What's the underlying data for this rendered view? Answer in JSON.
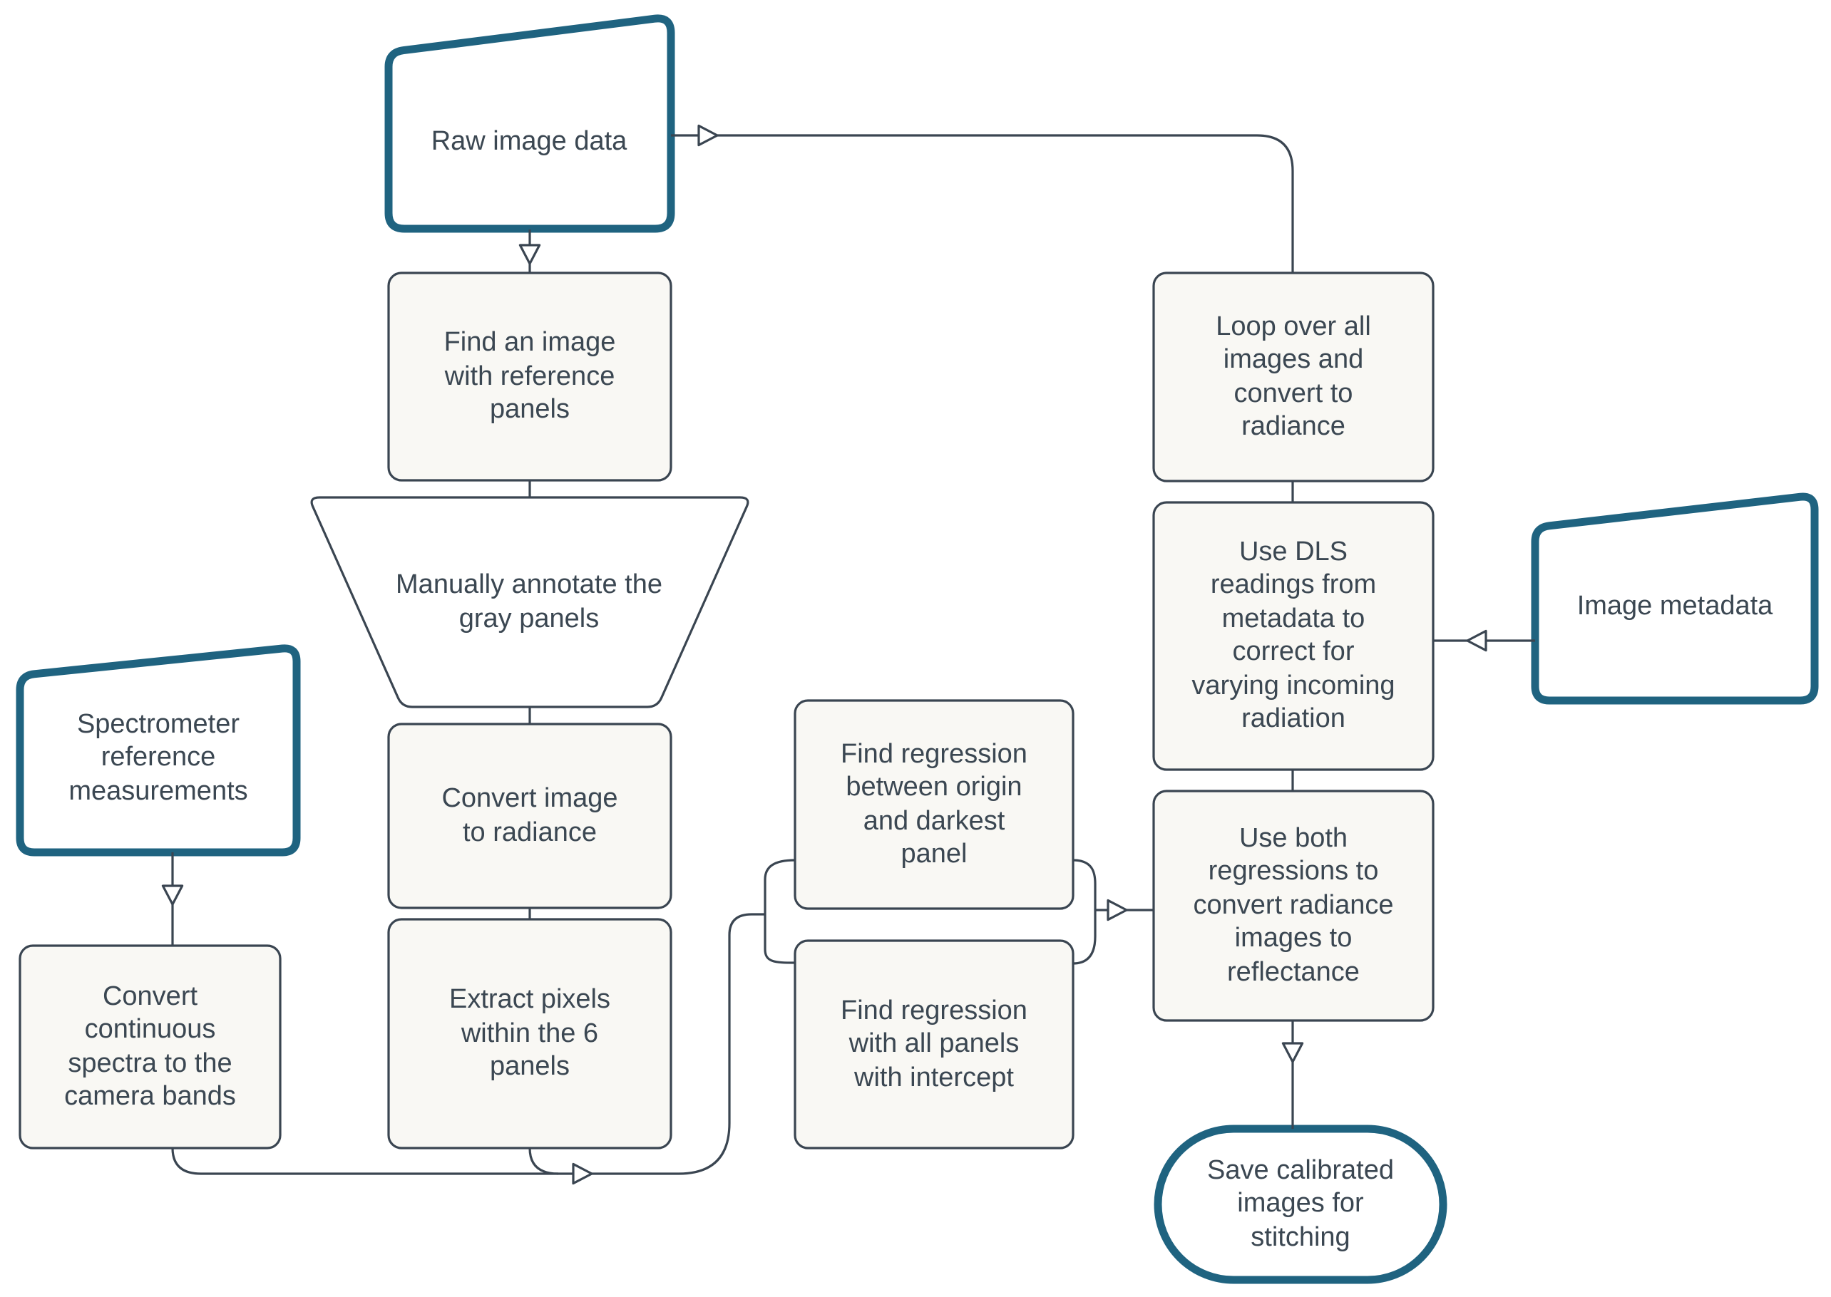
{
  "diagram": {
    "type": "flowchart",
    "background": "#ffffff",
    "colors": {
      "accent_teal_border": "#1F6380",
      "connector_line": "#3A4551",
      "process_fill": "#F9F8F4",
      "data_shape_fill": "#FFFFFF",
      "text": "#3B4752"
    },
    "nodes": {
      "raw_image_data": {
        "label": "Raw image data",
        "shape": "data-card"
      },
      "find_image": {
        "label": "Find an image\nwith reference\npanels",
        "shape": "process"
      },
      "annotate": {
        "label": "Manually annotate the\ngray panels",
        "shape": "manual-operation-trapezoid"
      },
      "convert_image": {
        "label": "Convert image\nto radiance",
        "shape": "process"
      },
      "extract_pixels": {
        "label": "Extract pixels\nwithin the 6\npanels",
        "shape": "process"
      },
      "spectrometer": {
        "label": "Spectrometer\nreference\nmeasurements",
        "shape": "data-card"
      },
      "convert_spectra": {
        "label": "Convert\ncontinuous\nspectra to the\ncamera bands",
        "shape": "process"
      },
      "regression_origin": {
        "label": "Find regression\nbetween origin\nand darkest\npanel",
        "shape": "process"
      },
      "regression_all": {
        "label": "Find regression\nwith all panels\nwith intercept",
        "shape": "process"
      },
      "loop_images": {
        "label": "Loop over all\nimages and\nconvert to\nradiance",
        "shape": "process"
      },
      "use_dls": {
        "label": "Use DLS\nreadings from\nmetadata to\ncorrect for\nvarying incoming\nradiation",
        "shape": "process"
      },
      "image_metadata": {
        "label": "Image metadata",
        "shape": "data-card"
      },
      "use_both": {
        "label": "Use both\nregressions to\nconvert radiance\nimages to\nreflectance",
        "shape": "process"
      },
      "save_calibrated": {
        "label": "Save calibrated\nimages for\nstitching",
        "shape": "terminator-stadium"
      }
    },
    "edges": [
      {
        "from": "raw_image_data",
        "to": "loop_images"
      },
      {
        "from": "raw_image_data",
        "to": "find_image"
      },
      {
        "from": "find_image",
        "to": "annotate"
      },
      {
        "from": "annotate",
        "to": "convert_image"
      },
      {
        "from": "convert_image",
        "to": "extract_pixels"
      },
      {
        "from": "spectrometer",
        "to": "convert_spectra"
      },
      {
        "from": "extract_pixels",
        "to": "regression_origin"
      },
      {
        "from": "extract_pixels",
        "to": "regression_all"
      },
      {
        "from": "convert_spectra",
        "to": "regression_origin"
      },
      {
        "from": "convert_spectra",
        "to": "regression_all"
      },
      {
        "from": "regression_origin",
        "to": "use_both"
      },
      {
        "from": "regression_all",
        "to": "use_both"
      },
      {
        "from": "loop_images",
        "to": "use_dls"
      },
      {
        "from": "image_metadata",
        "to": "use_dls"
      },
      {
        "from": "use_dls",
        "to": "use_both"
      },
      {
        "from": "use_both",
        "to": "save_calibrated"
      }
    ]
  }
}
